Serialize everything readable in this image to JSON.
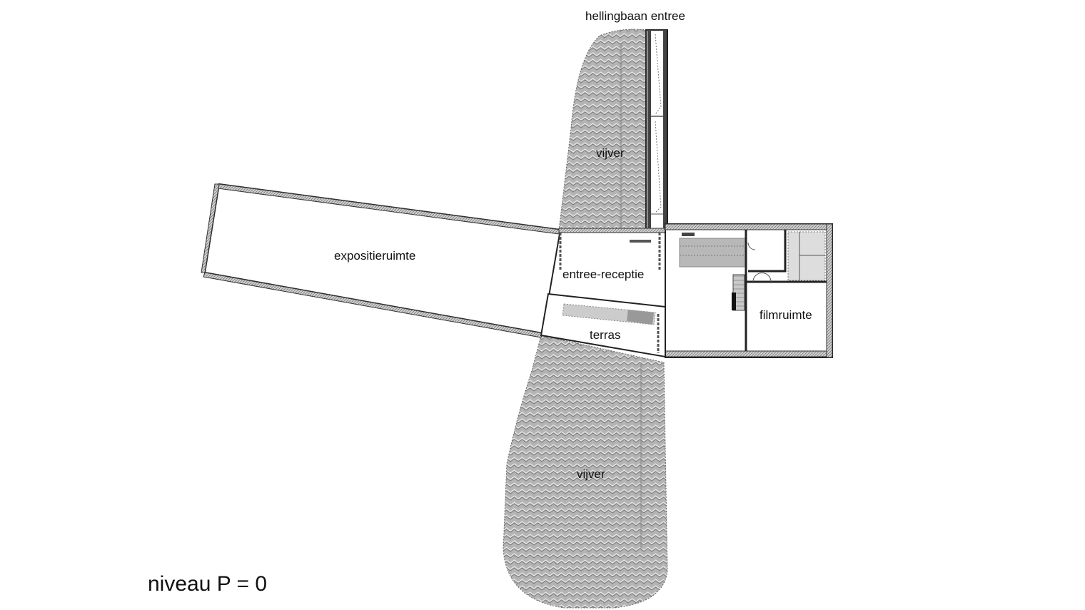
{
  "drawing": {
    "title": "niveau P = 0",
    "type": "architectural floor plan",
    "background": "#ffffff",
    "line_color": "#222222",
    "water_fill": "#a8a8a8"
  },
  "rooms": [
    {
      "id": "ramp",
      "label": "hellingbaan entree"
    },
    {
      "id": "pond-north",
      "label": "vijver"
    },
    {
      "id": "exhibition",
      "label": "expositieruimte"
    },
    {
      "id": "reception",
      "label": "entree-receptie"
    },
    {
      "id": "terrace",
      "label": "terras"
    },
    {
      "id": "cinema",
      "label": "filmruimte"
    },
    {
      "id": "pond-south",
      "label": "vijver"
    }
  ]
}
